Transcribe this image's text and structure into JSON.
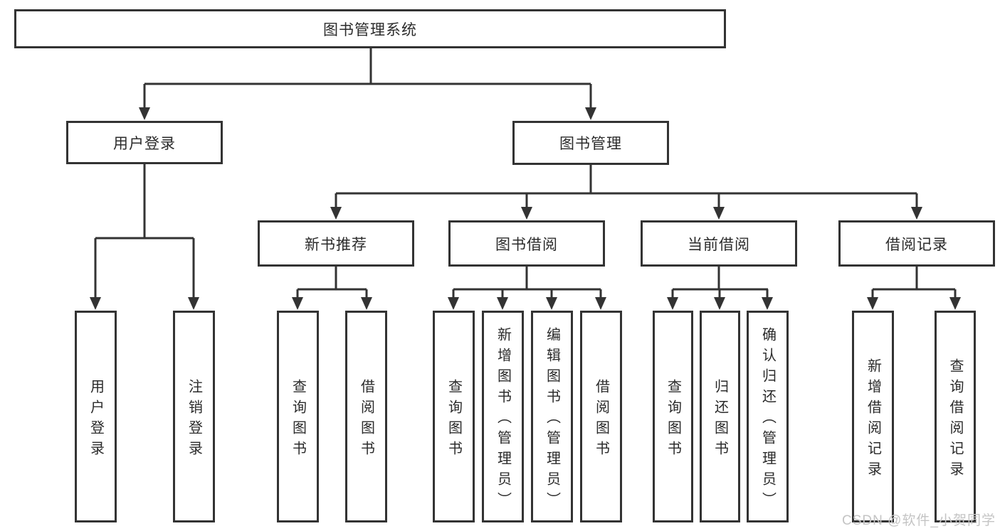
{
  "tree": {
    "root": "图书管理系统",
    "branches": [
      {
        "label": "用户登录",
        "children": [
          "用户登录",
          "注销登录"
        ]
      },
      {
        "label": "图书管理",
        "groups": [
          {
            "label": "新书推荐",
            "children": [
              "查询图书",
              "借阅图书"
            ]
          },
          {
            "label": "图书借阅",
            "children": [
              "查询图书",
              "新增图书（管理员）",
              "编辑图书（管理员）",
              "借阅图书"
            ]
          },
          {
            "label": "当前借阅",
            "children": [
              "查询图书",
              "归还图书",
              "确认归还（管理员）"
            ]
          },
          {
            "label": "借阅记录",
            "children": [
              "新增借阅记录",
              "查询借阅记录"
            ]
          }
        ]
      }
    ]
  },
  "watermark": "CSDN @软件_小贺同学",
  "colors": {
    "line": "#333333",
    "text": "#2b2b2b",
    "background": "#ffffff",
    "watermark": "#c4c4c4"
  }
}
